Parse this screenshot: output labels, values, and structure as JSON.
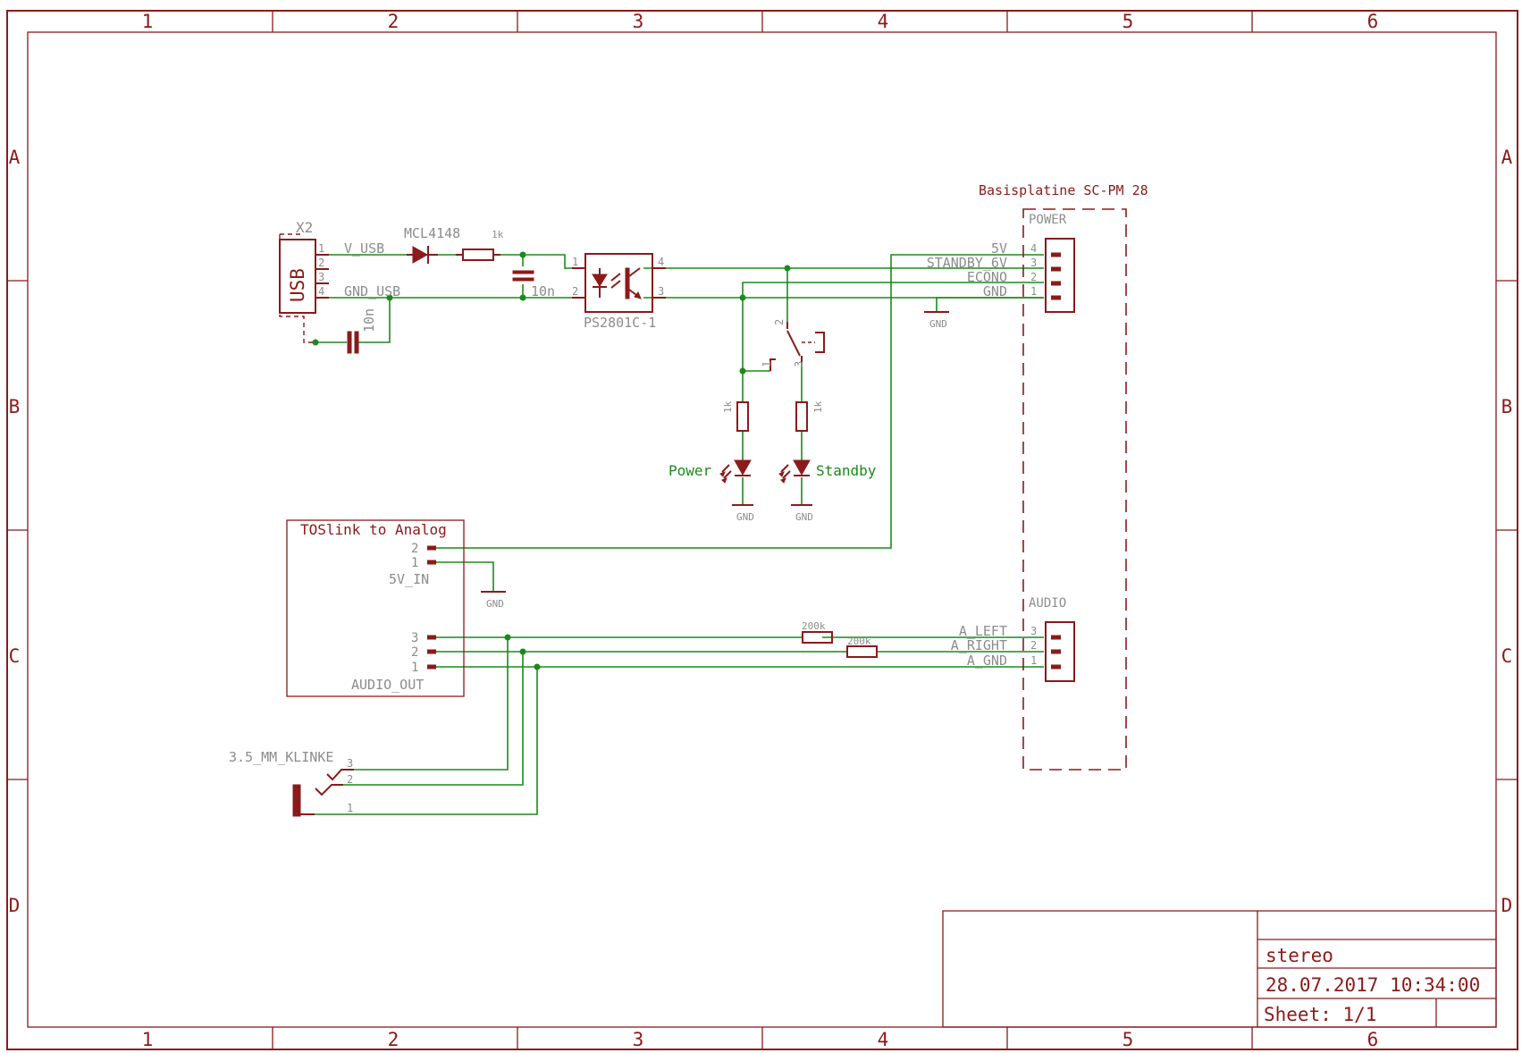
{
  "colors": {
    "symbol": "#8b1a1a",
    "net": "#1a8a1a",
    "label": "#8c8c8c",
    "background": "#ffffff"
  },
  "frame": {
    "columns": [
      "1",
      "2",
      "3",
      "4",
      "5",
      "6"
    ],
    "rows": [
      "A",
      "B",
      "C",
      "D"
    ]
  },
  "title_block": {
    "title": "stereo",
    "datetime": "28.07.2017 10:34:00",
    "sheet": "Sheet: 1/1"
  },
  "usb_connector": {
    "name": "X2",
    "body_label": "USB",
    "pins": [
      "1",
      "2",
      "3",
      "4"
    ],
    "nets": {
      "v_usb": "V_USB",
      "gnd_usb": "GND_USB"
    }
  },
  "diode": {
    "name": "MCL4148"
  },
  "resistor_in": {
    "value": "1k"
  },
  "cap_series": {
    "value": "10n"
  },
  "cap_shield": {
    "value": "10n"
  },
  "optocoupler": {
    "name": "PS2801C-1",
    "pins": {
      "p1": "1",
      "p2": "2",
      "p3": "3",
      "p4": "4"
    }
  },
  "switch": {
    "pins": {
      "p1": "1",
      "p2": "2",
      "p3": "3"
    }
  },
  "led_power": {
    "label": "Power",
    "resistor": "1k",
    "gnd": "GND"
  },
  "led_standby": {
    "label": "Standby",
    "resistor": "1k",
    "gnd": "GND"
  },
  "base_board": {
    "title": "Basisplatine SC-PM 28",
    "power_header": {
      "label": "POWER",
      "pins": [
        {
          "num": "4",
          "signal": "5V"
        },
        {
          "num": "3",
          "signal": "STANDBY_6V"
        },
        {
          "num": "2",
          "signal": "ECONO"
        },
        {
          "num": "1",
          "signal": "GND"
        }
      ],
      "gnd": "GND"
    },
    "audio_header": {
      "label": "AUDIO",
      "pins": [
        {
          "num": "3",
          "signal": "A_LEFT"
        },
        {
          "num": "2",
          "signal": "A_RIGHT"
        },
        {
          "num": "1",
          "signal": "A_GND"
        }
      ]
    }
  },
  "toslink": {
    "title": "TOSlink to Analog",
    "power_label": "5V_IN",
    "power_pins": [
      "2",
      "1"
    ],
    "audio_label": "AUDIO_OUT",
    "audio_pins": [
      "3",
      "2",
      "1"
    ],
    "gnd": "GND"
  },
  "resistor_left": {
    "value": "200k"
  },
  "resistor_right": {
    "value": "200k"
  },
  "jack": {
    "name": "3.5_MM_KLINKE",
    "pins": [
      "3",
      "2",
      "1"
    ]
  }
}
